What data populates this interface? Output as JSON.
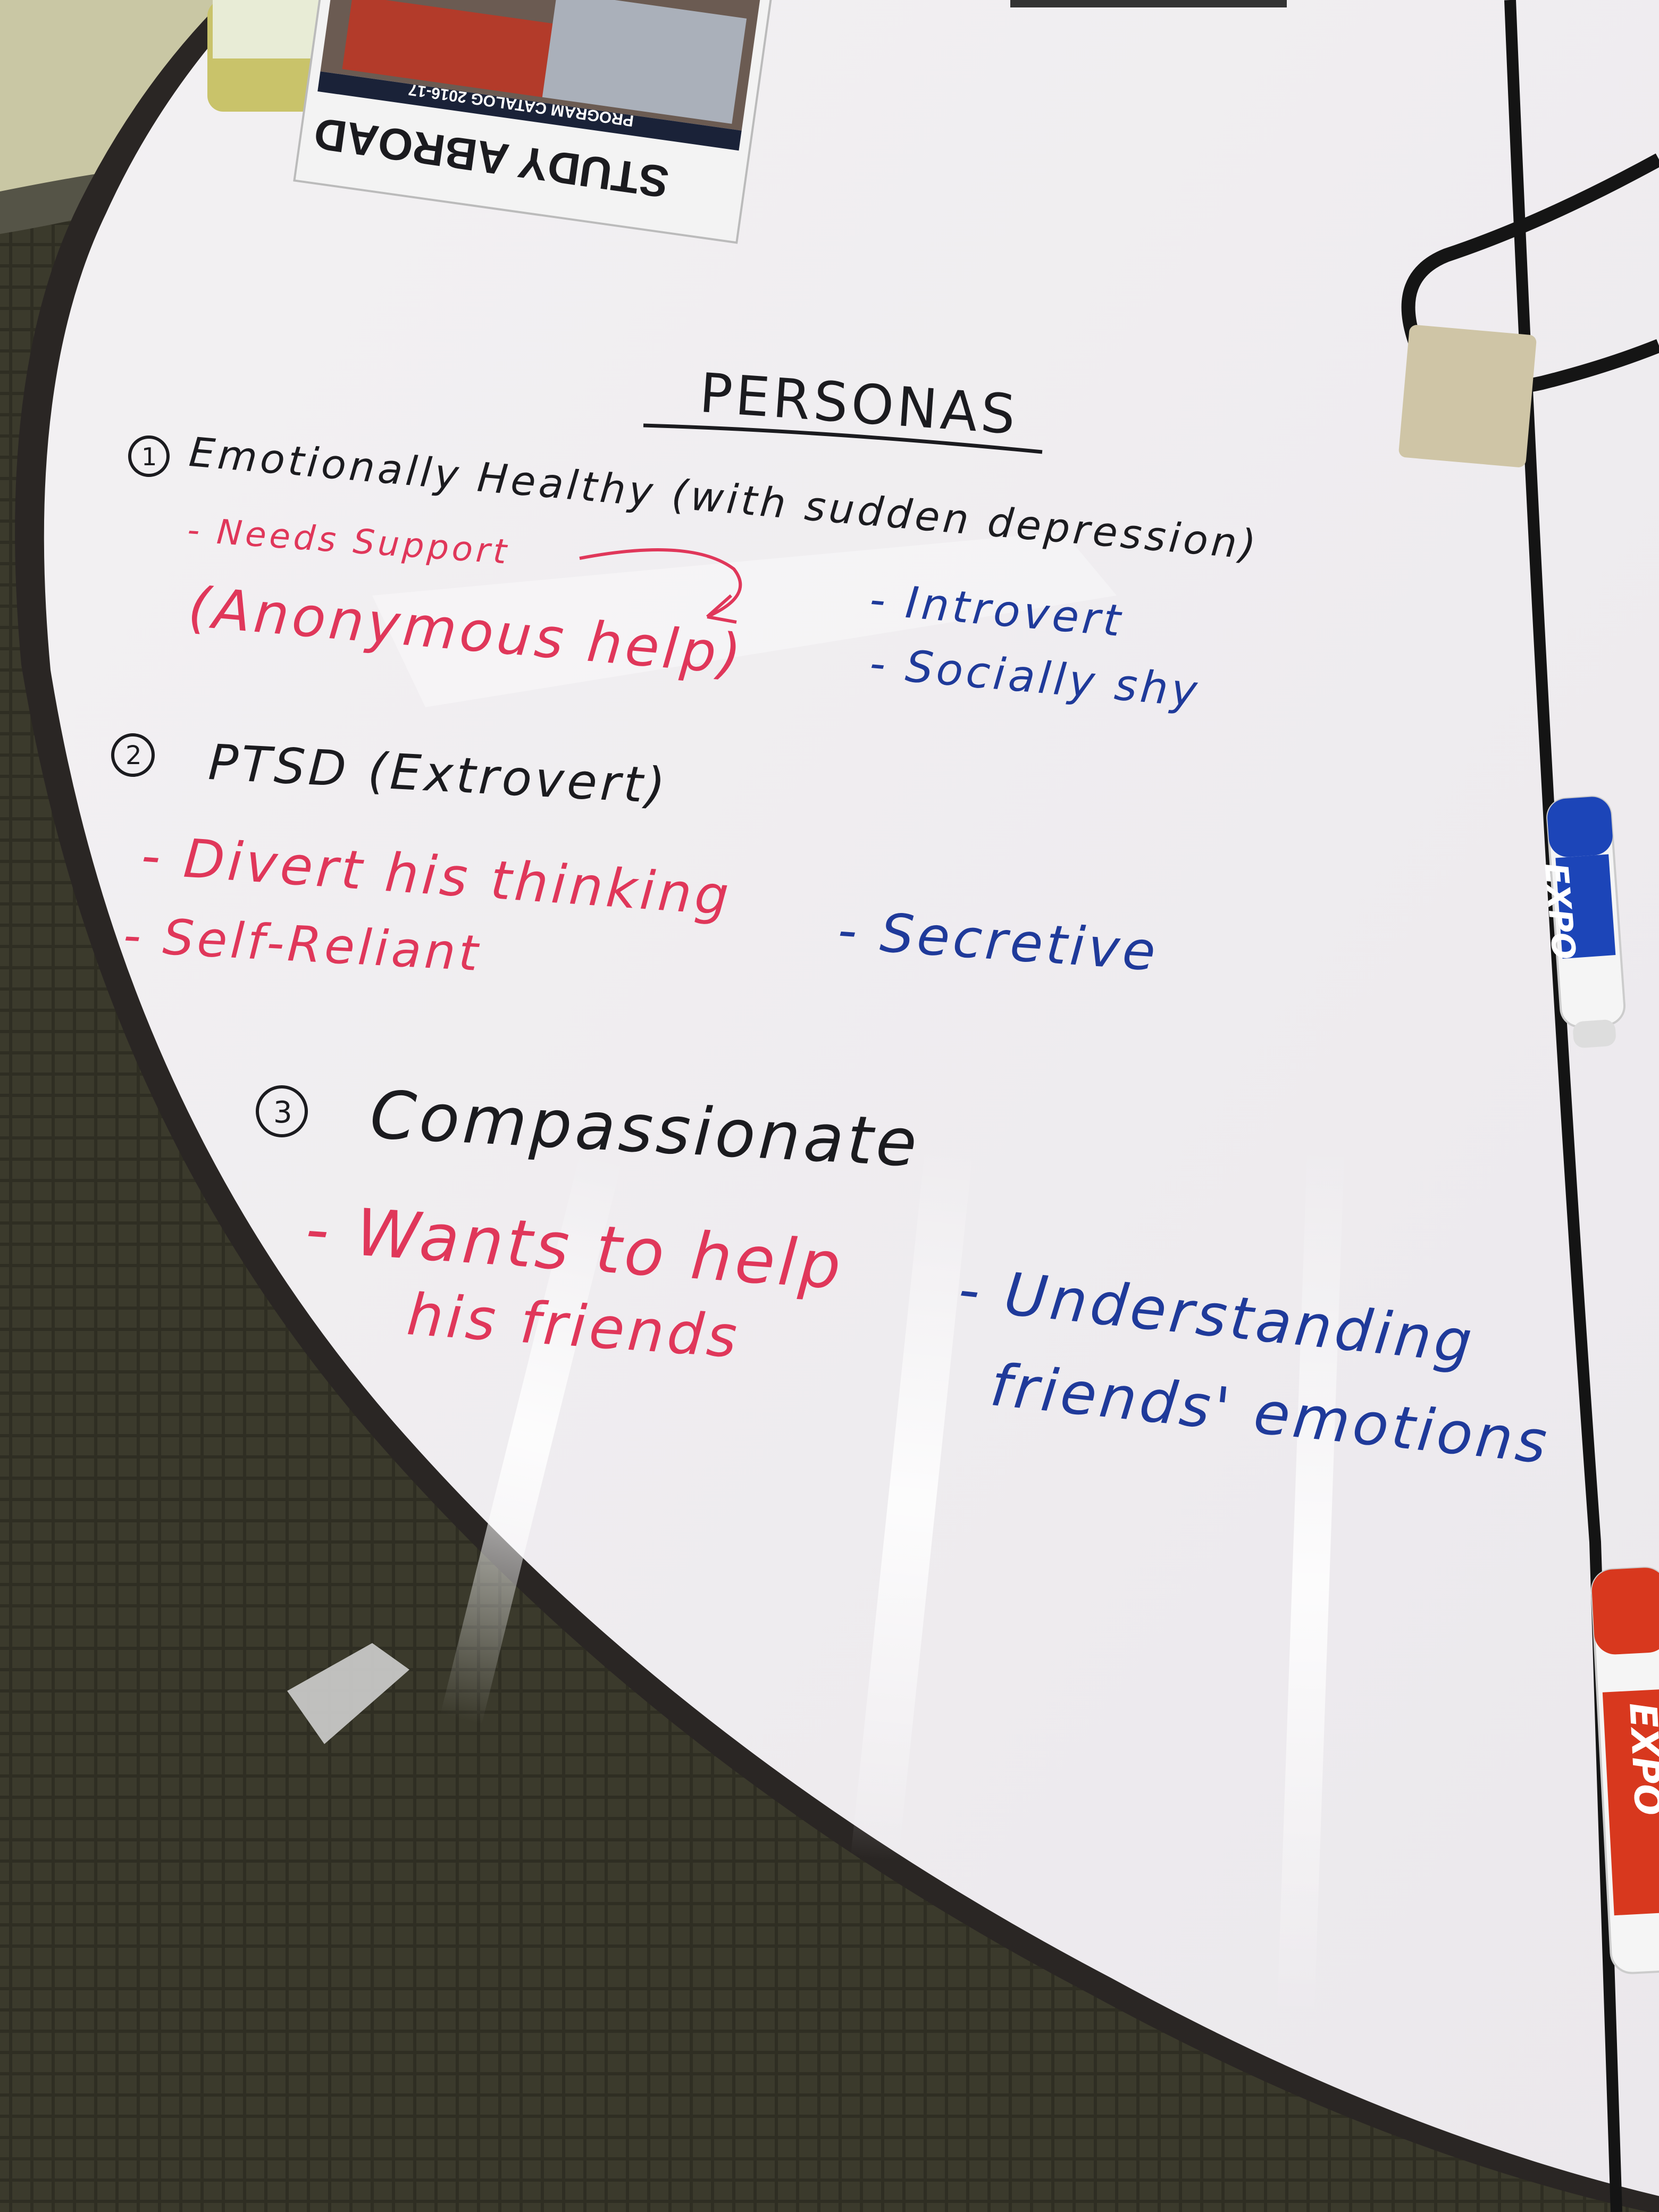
{
  "booklet": {
    "title": "STUDY ABROAD",
    "subtitle": "PROGRAM CATALOG 2016-17"
  },
  "whiteboard": {
    "heading": "PERSONAS",
    "personas": [
      {
        "number": "1",
        "title": "Emotionally Healthy (with sudden depression)",
        "needs": [
          "- Needs Support",
          "(Anonymous help)"
        ],
        "traits": [
          "- Introvert",
          "- Socially shy"
        ]
      },
      {
        "number": "2",
        "title": "PTSD (Extrovert)",
        "needs": [
          "- Divert his thinking",
          "- Self-Reliant"
        ],
        "traits": [
          "- Secretive"
        ]
      },
      {
        "number": "3",
        "title": "Compassionate",
        "needs": [
          "- Wants to help",
          "his friends"
        ],
        "traits": [
          "- Understanding",
          "friends' emotions"
        ]
      }
    ]
  },
  "markers": [
    {
      "brand": "EXPO",
      "color": "#1c45b8"
    },
    {
      "brand": "EXPO",
      "color": "#d8381e"
    }
  ],
  "colors": {
    "floor": "#3b3a2c",
    "board": "#f4f2f4",
    "table_edge": "#2a2624",
    "ink_black": "#1b1b1f",
    "ink_red": "#e0375a",
    "ink_blue": "#1f3a9a"
  }
}
